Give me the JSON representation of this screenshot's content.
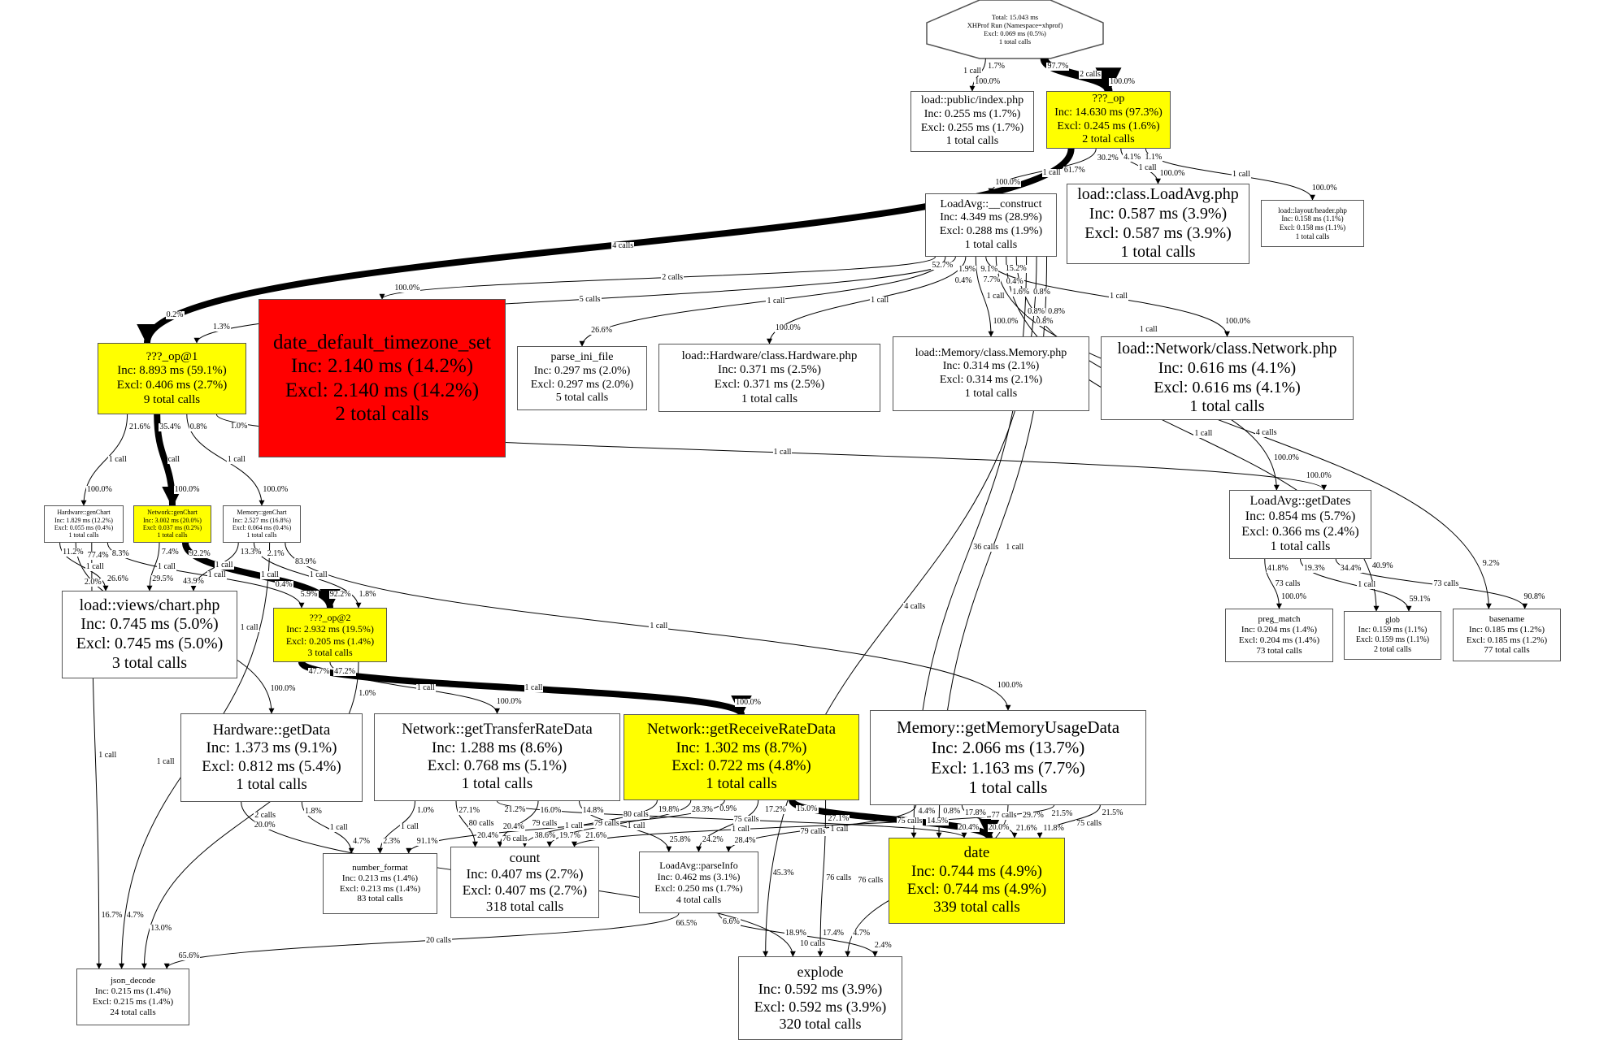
{
  "colors": {
    "hot": "#ff0000",
    "warm": "#ffff00",
    "normal": "#ffffff",
    "edge": "#000000"
  },
  "root": {
    "lines": [
      "Total: 15.043 ms",
      "XHProf Run (Namespace=xhprof)",
      "Excl: 0.069 ms (0.5%)",
      "1 total calls"
    ]
  },
  "nodes": [
    {
      "id": "index",
      "lines": [
        "load::public/index.php",
        "Inc: 0.255 ms (1.7%)",
        "Excl: 0.255 ms (1.7%)",
        "1 total calls"
      ],
      "style": "normal"
    },
    {
      "id": "op",
      "lines": [
        "???_op",
        "Inc: 14.630 ms (97.3%)",
        "Excl: 0.245 ms (1.6%)",
        "2 total calls"
      ],
      "style": "yellow"
    },
    {
      "id": "construct",
      "lines": [
        "LoadAvg::__construct",
        "Inc: 4.349 ms (28.9%)",
        "Excl: 0.288 ms (1.9%)",
        "1 total calls"
      ],
      "style": "normal"
    },
    {
      "id": "classloadavg",
      "lines": [
        "load::class.LoadAvg.php",
        "Inc: 0.587 ms (3.9%)",
        "Excl: 0.587 ms (3.9%)",
        "1 total calls"
      ],
      "style": "normal"
    },
    {
      "id": "header",
      "lines": [
        "load::layout/header.php",
        "Inc: 0.158 ms (1.1%)",
        "Excl: 0.158 ms (1.1%)",
        "1 total calls"
      ],
      "style": "normal"
    },
    {
      "id": "op1",
      "lines": [
        "???_op@1",
        "Inc: 8.893 ms (59.1%)",
        "Excl: 0.406 ms (2.7%)",
        "9 total calls"
      ],
      "style": "yellow"
    },
    {
      "id": "tzset",
      "lines": [
        "date_default_timezone_set",
        "Inc: 2.140 ms (14.2%)",
        "Excl: 2.140 ms (14.2%)",
        "2 total calls"
      ],
      "style": "red"
    },
    {
      "id": "parseini",
      "lines": [
        "parse_ini_file",
        "Inc: 0.297 ms (2.0%)",
        "Excl: 0.297 ms (2.0%)",
        "5 total calls"
      ],
      "style": "normal"
    },
    {
      "id": "hwphp",
      "lines": [
        "load::Hardware/class.Hardware.php",
        "Inc: 0.371 ms (2.5%)",
        "Excl: 0.371 ms (2.5%)",
        "1 total calls"
      ],
      "style": "normal"
    },
    {
      "id": "memphp",
      "lines": [
        "load::Memory/class.Memory.php",
        "Inc: 0.314 ms (2.1%)",
        "Excl: 0.314 ms (2.1%)",
        "1 total calls"
      ],
      "style": "normal"
    },
    {
      "id": "netphp",
      "lines": [
        "load::Network/class.Network.php",
        "Inc: 0.616 ms (4.1%)",
        "Excl: 0.616 ms (4.1%)",
        "1 total calls"
      ],
      "style": "normal"
    },
    {
      "id": "hwchart",
      "lines": [
        "Hardware::genChart",
        "Inc: 1.829 ms (12.2%)",
        "Excl: 0.055 ms (0.4%)",
        "1 total calls"
      ],
      "style": "normal"
    },
    {
      "id": "netchart",
      "lines": [
        "Network::genChart",
        "Inc: 3.002 ms (20.0%)",
        "Excl: 0.037 ms (0.2%)",
        "1 total calls"
      ],
      "style": "yellow"
    },
    {
      "id": "memchart",
      "lines": [
        "Memory::genChart",
        "Inc: 2.527 ms (16.8%)",
        "Excl: 0.064 ms (0.4%)",
        "1 total calls"
      ],
      "style": "normal"
    },
    {
      "id": "getdates",
      "lines": [
        "LoadAvg::getDates",
        "Inc: 0.854 ms (5.7%)",
        "Excl: 0.366 ms (2.4%)",
        "1 total calls"
      ],
      "style": "normal"
    },
    {
      "id": "chartphp",
      "lines": [
        "load::views/chart.php",
        "Inc: 0.745 ms (5.0%)",
        "Excl: 0.745 ms (5.0%)",
        "3 total calls"
      ],
      "style": "normal"
    },
    {
      "id": "op2",
      "lines": [
        "???_op@2",
        "Inc: 2.932 ms (19.5%)",
        "Excl: 0.205 ms (1.4%)",
        "3 total calls"
      ],
      "style": "yellow"
    },
    {
      "id": "pregmatch",
      "lines": [
        "preg_match",
        "Inc: 0.204 ms (1.4%)",
        "Excl: 0.204 ms (1.4%)",
        "73 total calls"
      ],
      "style": "normal"
    },
    {
      "id": "glob",
      "lines": [
        "glob",
        "Inc: 0.159 ms (1.1%)",
        "Excl: 0.159 ms (1.1%)",
        "2 total calls"
      ],
      "style": "normal"
    },
    {
      "id": "basename",
      "lines": [
        "basename",
        "Inc: 0.185 ms (1.2%)",
        "Excl: 0.185 ms (1.2%)",
        "77 total calls"
      ],
      "style": "normal"
    },
    {
      "id": "hwgetdata",
      "lines": [
        "Hardware::getData",
        "Inc: 1.373 ms (9.1%)",
        "Excl: 0.812 ms (5.4%)",
        "1 total calls"
      ],
      "style": "normal"
    },
    {
      "id": "nettransfer",
      "lines": [
        "Network::getTransferRateData",
        "Inc: 1.288 ms (8.6%)",
        "Excl: 0.768 ms (5.1%)",
        "1 total calls"
      ],
      "style": "normal"
    },
    {
      "id": "netreceive",
      "lines": [
        "Network::getReceiveRateData",
        "Inc: 1.302 ms (8.7%)",
        "Excl: 0.722 ms (4.8%)",
        "1 total calls"
      ],
      "style": "yellow"
    },
    {
      "id": "memusage",
      "lines": [
        "Memory::getMemoryUsageData",
        "Inc: 2.066 ms (13.7%)",
        "Excl: 1.163 ms (7.7%)",
        "1 total calls"
      ],
      "style": "normal"
    },
    {
      "id": "numberformat",
      "lines": [
        "number_format",
        "Inc: 0.213 ms (1.4%)",
        "Excl: 0.213 ms (1.4%)",
        "83 total calls"
      ],
      "style": "normal"
    },
    {
      "id": "count",
      "lines": [
        "count",
        "Inc: 0.407 ms (2.7%)",
        "Excl: 0.407 ms (2.7%)",
        "318 total calls"
      ],
      "style": "normal"
    },
    {
      "id": "parseinfo",
      "lines": [
        "LoadAvg::parseInfo",
        "Inc: 0.462 ms (3.1%)",
        "Excl: 0.250 ms (1.7%)",
        "4 total calls"
      ],
      "style": "normal"
    },
    {
      "id": "date",
      "lines": [
        "date",
        "Inc: 0.744 ms (4.9%)",
        "Excl: 0.744 ms (4.9%)",
        "339 total calls"
      ],
      "style": "yellow"
    },
    {
      "id": "jsondecode",
      "lines": [
        "json_decode",
        "Inc: 0.215 ms (1.4%)",
        "Excl: 0.215 ms (1.4%)",
        "24 total calls"
      ],
      "style": "normal"
    },
    {
      "id": "explode",
      "lines": [
        "explode",
        "Inc: 0.592 ms (3.9%)",
        "Excl: 0.592 ms (3.9%)",
        "320 total calls"
      ],
      "style": "normal"
    }
  ],
  "edges": [
    {
      "from": "root",
      "to": "index",
      "calls": "1 call",
      "out_pct": "1.7%",
      "in_pct": "100.0%",
      "weight": 1
    },
    {
      "from": "root",
      "to": "op",
      "calls": "2 calls",
      "out_pct": "97.7%",
      "in_pct": "100.0%",
      "weight": 10
    },
    {
      "from": "op",
      "to": "op1",
      "calls": "4 calls",
      "out_pct": "61.7%",
      "in_pct": "0.2%",
      "weight": 8
    },
    {
      "from": "op",
      "to": "construct",
      "calls": "1 call",
      "out_pct": "30.2%",
      "in_pct": "100.0%",
      "weight": 1
    },
    {
      "from": "op",
      "to": "classloadavg",
      "calls": "1 call",
      "out_pct": "4.1%",
      "in_pct": "100.0%",
      "weight": 1
    },
    {
      "from": "op",
      "to": "header",
      "calls": "1 call",
      "out_pct": "1.1%",
      "in_pct": "100.0%",
      "weight": 1
    },
    {
      "from": "construct",
      "to": "tzset",
      "calls": "2 calls",
      "out_pct": "52.7%",
      "in_pct": "100.0%",
      "weight": 1
    },
    {
      "from": "construct",
      "to": "parseini",
      "calls": "1 call",
      "out_pct": "1.9%",
      "in_pct": "26.6%",
      "weight": 1
    },
    {
      "from": "construct",
      "to": "op1",
      "calls": "5 calls",
      "out_pct": "0.4%",
      "in_pct": "1.3%",
      "weight": 1
    },
    {
      "from": "construct",
      "to": "hwphp",
      "calls": "1 call",
      "out_pct": "9.1%",
      "in_pct": "100.0%",
      "weight": 1
    },
    {
      "from": "construct",
      "to": "memphp",
      "calls": "1 call",
      "out_pct": "7.7%",
      "in_pct": "100.0%",
      "weight": 1
    },
    {
      "from": "construct",
      "to": "netphp",
      "calls": "1 call",
      "out_pct": "15.2%",
      "in_pct": "100.0%",
      "weight": 1
    },
    {
      "from": "construct",
      "to": "getdates",
      "calls": "1 call",
      "out_pct": "0.4%",
      "in_pct": "100.0%",
      "weight": 1
    },
    {
      "from": "construct",
      "to": "glob",
      "calls": "1 call",
      "out_pct": "1.6%",
      "in_pct": "40.9%",
      "weight": 1
    },
    {
      "from": "construct",
      "to": "basename",
      "calls": "4 calls",
      "out_pct": "0.8%",
      "in_pct": "9.2%",
      "weight": 1
    },
    {
      "from": "construct",
      "to": "date",
      "calls": "36 calls",
      "out_pct": "0.8%",
      "in_pct": "4.4%",
      "weight": 1
    },
    {
      "from": "construct",
      "to": "explode",
      "calls": "4 calls",
      "out_pct": "0.8%",
      "in_pct": "45.3%",
      "weight": 1
    },
    {
      "from": "construct",
      "to": "date",
      "calls": "1 call",
      "out_pct": "0.8%",
      "in_pct": "0.8%",
      "weight": 1
    },
    {
      "from": "op1",
      "to": "hwchart",
      "calls": "1 call",
      "out_pct": "21.6%",
      "in_pct": "100.0%",
      "weight": 1
    },
    {
      "from": "op1",
      "to": "netchart",
      "calls": "call",
      "out_pct": "35.4%",
      "in_pct": "100.0%",
      "weight": 8
    },
    {
      "from": "op1",
      "to": "memchart",
      "calls": "1 call",
      "out_pct": "0.8%",
      "in_pct": "100.0%",
      "weight": 1
    },
    {
      "from": "op1",
      "to": "getdates",
      "calls": "1 call",
      "out_pct": "1.0%",
      "in_pct": "100.0%",
      "weight": 1
    },
    {
      "from": "getdates",
      "to": "pregmatch",
      "calls": "73 calls",
      "out_pct": "41.8%",
      "in_pct": "100.0%",
      "weight": 1
    },
    {
      "from": "getdates",
      "to": "glob",
      "calls": "1 call",
      "out_pct": "19.3%",
      "in_pct": "59.1%",
      "weight": 1
    },
    {
      "from": "getdates",
      "to": "basename",
      "calls": "73 calls",
      "out_pct": "34.4%",
      "in_pct": "90.8%",
      "weight": 1
    },
    {
      "from": "hwchart",
      "to": "chartphp",
      "calls": "1 call",
      "out_pct": "11.2%",
      "in_pct": "26.6%",
      "weight": 1
    },
    {
      "from": "hwchart",
      "to": "hwgetdata",
      "calls": "1 call",
      "out_pct": "77.4%",
      "in_pct": "100.0%",
      "weight": 1
    },
    {
      "from": "hwchart",
      "to": "jsondecode",
      "calls": "1 call",
      "out_pct": "2.0%",
      "in_pct": "16.7%",
      "weight": 1
    },
    {
      "from": "hwchart",
      "to": "op2",
      "calls": "1 call",
      "out_pct": "8.3%",
      "in_pct": "5.9%",
      "weight": 1
    },
    {
      "from": "netchart",
      "to": "chartphp",
      "calls": "1 call",
      "out_pct": "7.4%",
      "in_pct": "29.5%",
      "weight": 1
    },
    {
      "from": "netchart",
      "to": "op2",
      "calls": "1 call",
      "out_pct": "92.2%",
      "in_pct": "92.2%",
      "weight": 8
    },
    {
      "from": "memchart",
      "to": "chartphp",
      "calls": "1 call",
      "out_pct": "13.3%",
      "in_pct": "43.9%",
      "weight": 1
    },
    {
      "from": "memchart",
      "to": "op2",
      "calls": "1 call",
      "out_pct": "2.1%",
      "in_pct": "1.8%",
      "weight": 1
    },
    {
      "from": "memchart",
      "to": "jsondecode",
      "calls": "1 call",
      "out_pct": "0.4%",
      "in_pct": "4.7%",
      "weight": 1
    },
    {
      "from": "memchart",
      "to": "memusage",
      "calls": "1 call",
      "out_pct": "83.9%",
      "in_pct": "100.0%",
      "weight": 1
    },
    {
      "from": "op2",
      "to": "netreceive",
      "calls": "1 call",
      "out_pct": "47.7%",
      "in_pct": "100.0%",
      "weight": 8
    },
    {
      "from": "op2",
      "to": "nettransfer",
      "calls": "1 call",
      "out_pct": "47.2%",
      "in_pct": "100.0%",
      "weight": 1
    },
    {
      "from": "op2",
      "to": "jsondecode",
      "calls": "2 calls",
      "out_pct": "1.0%",
      "in_pct": "13.0%",
      "weight": 1
    },
    {
      "from": "hwgetdata",
      "to": "explode",
      "calls": "76 calls",
      "out_pct": "20.0%",
      "in_pct": "18.9%",
      "weight": 1
    },
    {
      "from": "hwgetdata",
      "to": "numberformat",
      "calls": "1 call",
      "out_pct": "1.8%",
      "in_pct": "4.7%",
      "weight": 1
    },
    {
      "from": "nettransfer",
      "to": "numberformat",
      "calls": "1 call",
      "out_pct": "1.0%",
      "in_pct": "2.3%",
      "weight": 1
    },
    {
      "from": "nettransfer",
      "to": "count",
      "calls": "80 calls",
      "out_pct": "27.1%",
      "in_pct": "20.4%",
      "weight": 1
    },
    {
      "from": "nettransfer",
      "to": "date",
      "calls": "75 calls",
      "out_pct": "21.2%",
      "in_pct": "20.4%",
      "weight": 1
    },
    {
      "from": "nettransfer",
      "to": "count",
      "calls": "79 calls",
      "out_pct": "16.0%",
      "in_pct": "20.4%",
      "weight": 1
    },
    {
      "from": "nettransfer",
      "to": "parseinfo",
      "calls": "1 call",
      "out_pct": "14.8%",
      "in_pct": "25.8%",
      "weight": 1
    },
    {
      "from": "netreceive",
      "to": "count",
      "calls": "79 calls",
      "out_pct": "19.8%",
      "in_pct": "38.6%",
      "weight": 1
    },
    {
      "from": "netreceive",
      "to": "count",
      "calls": "80 calls",
      "out_pct": "28.3%",
      "in_pct": "19.7%",
      "weight": 1
    },
    {
      "from": "netreceive",
      "to": "numberformat",
      "calls": "1 call",
      "out_pct": "0.9%",
      "in_pct": "91.1%",
      "weight": 1
    },
    {
      "from": "netreceive",
      "to": "parseinfo",
      "calls": "1 call",
      "out_pct": "17.2%",
      "in_pct": "24.2%",
      "weight": 1
    },
    {
      "from": "netreceive",
      "to": "date",
      "calls": "75 calls",
      "out_pct": "15.0%",
      "in_pct": "20.0%",
      "weight": 8
    },
    {
      "from": "netreceive",
      "to": "explode",
      "calls": "76 calls",
      "out_pct": "27.1%",
      "in_pct": "17.4%",
      "weight": 1
    },
    {
      "from": "memusage",
      "to": "parseinfo",
      "calls": "1 call",
      "out_pct": "14.5%",
      "in_pct": "28.4%",
      "weight": 1
    },
    {
      "from": "memusage",
      "to": "date",
      "calls": "77 calls",
      "out_pct": "17.8%",
      "in_pct": "21.6%",
      "weight": 1
    },
    {
      "from": "memusage",
      "to": "explode",
      "calls": "76 calls",
      "out_pct": "29.7%",
      "in_pct": "4.7%",
      "weight": 1
    },
    {
      "from": "memusage",
      "to": "count",
      "calls": "79 calls",
      "out_pct": "21.5%",
      "in_pct": "21.6%",
      "weight": 1
    },
    {
      "from": "memusage",
      "to": "date",
      "calls": "75 calls",
      "out_pct": "21.5%",
      "in_pct": "11.8%",
      "weight": 1
    },
    {
      "from": "parseinfo",
      "to": "jsondecode",
      "calls": "20 calls",
      "out_pct": "66.5%",
      "in_pct": "65.6%",
      "weight": 1
    },
    {
      "from": "parseinfo",
      "to": "explode",
      "calls": "10 calls",
      "out_pct": "6.6%",
      "in_pct": "2.4%",
      "weight": 1
    }
  ]
}
